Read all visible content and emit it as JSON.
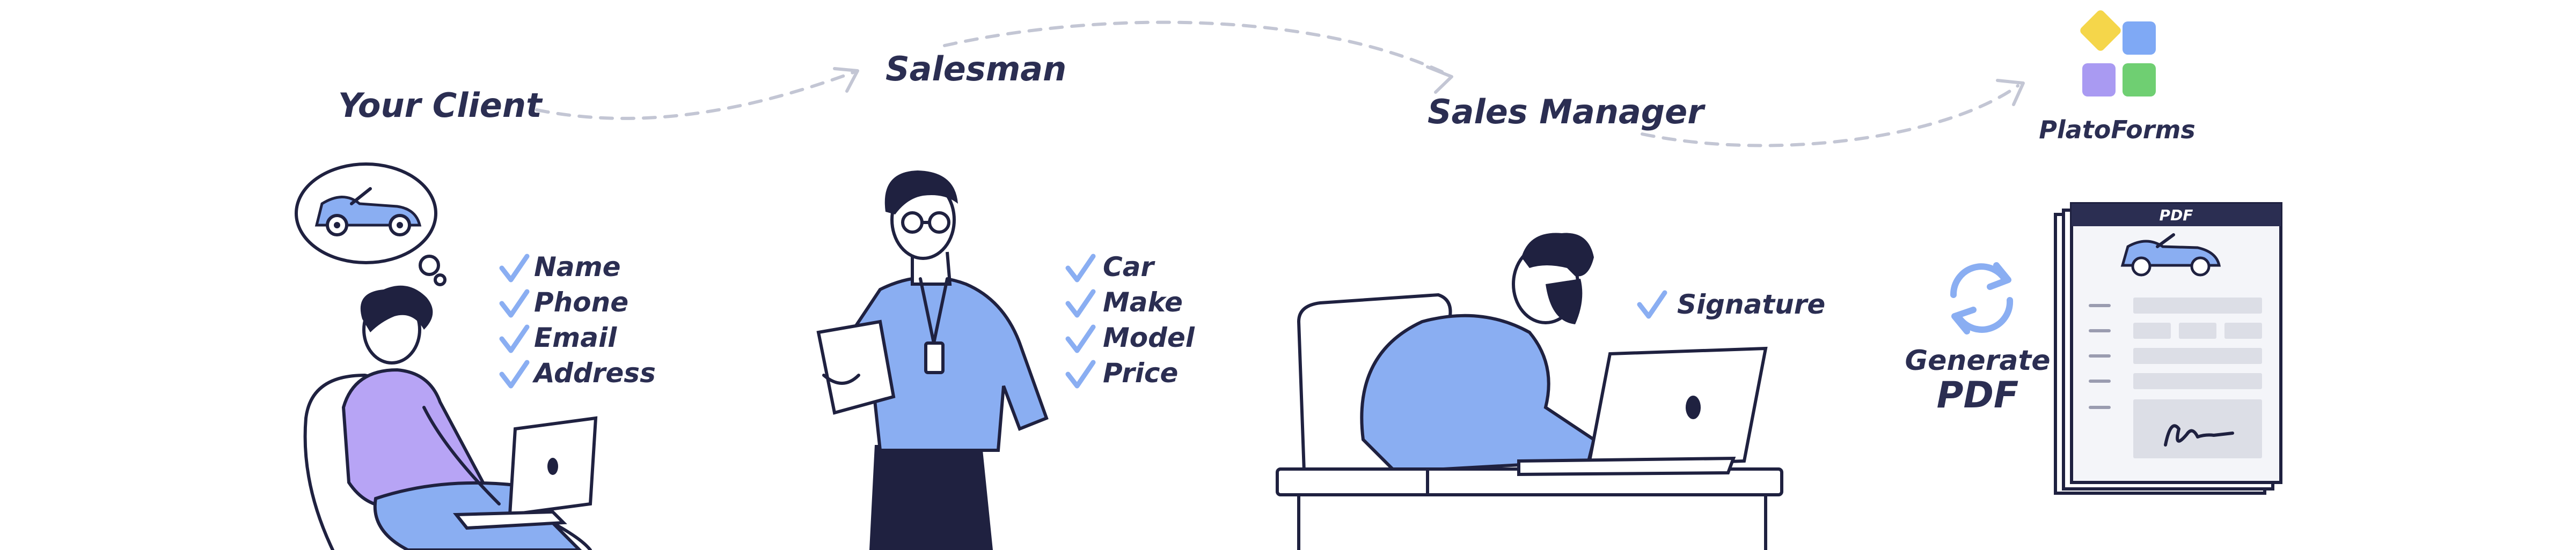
{
  "roles": {
    "client": "Your Client",
    "salesman": "Salesman",
    "manager": "Sales Manager"
  },
  "client_fields": [
    "Name",
    "Phone",
    "Email",
    "Address"
  ],
  "salesman_fields": [
    "Car",
    "Make",
    "Model",
    "Price"
  ],
  "manager_fields": [
    "Signature"
  ],
  "generate": {
    "line1": "Generate",
    "line2": "PDF"
  },
  "pdf_header": "PDF",
  "brand": {
    "name": "PlatoForms",
    "tile_colors": [
      "#f5d64a",
      "#7fa9f5",
      "#a99af2",
      "#6fcf72"
    ]
  },
  "colors": {
    "ink": "#1f2140",
    "accent_blue": "#8aaef2",
    "accent_purple": "#b7a4f5",
    "dash": "#c3c6d4"
  },
  "icons": [
    "car-thought-icon",
    "check-icon",
    "laptop-icon",
    "refresh-icon",
    "document-icon",
    "brand-logo-icon"
  ]
}
